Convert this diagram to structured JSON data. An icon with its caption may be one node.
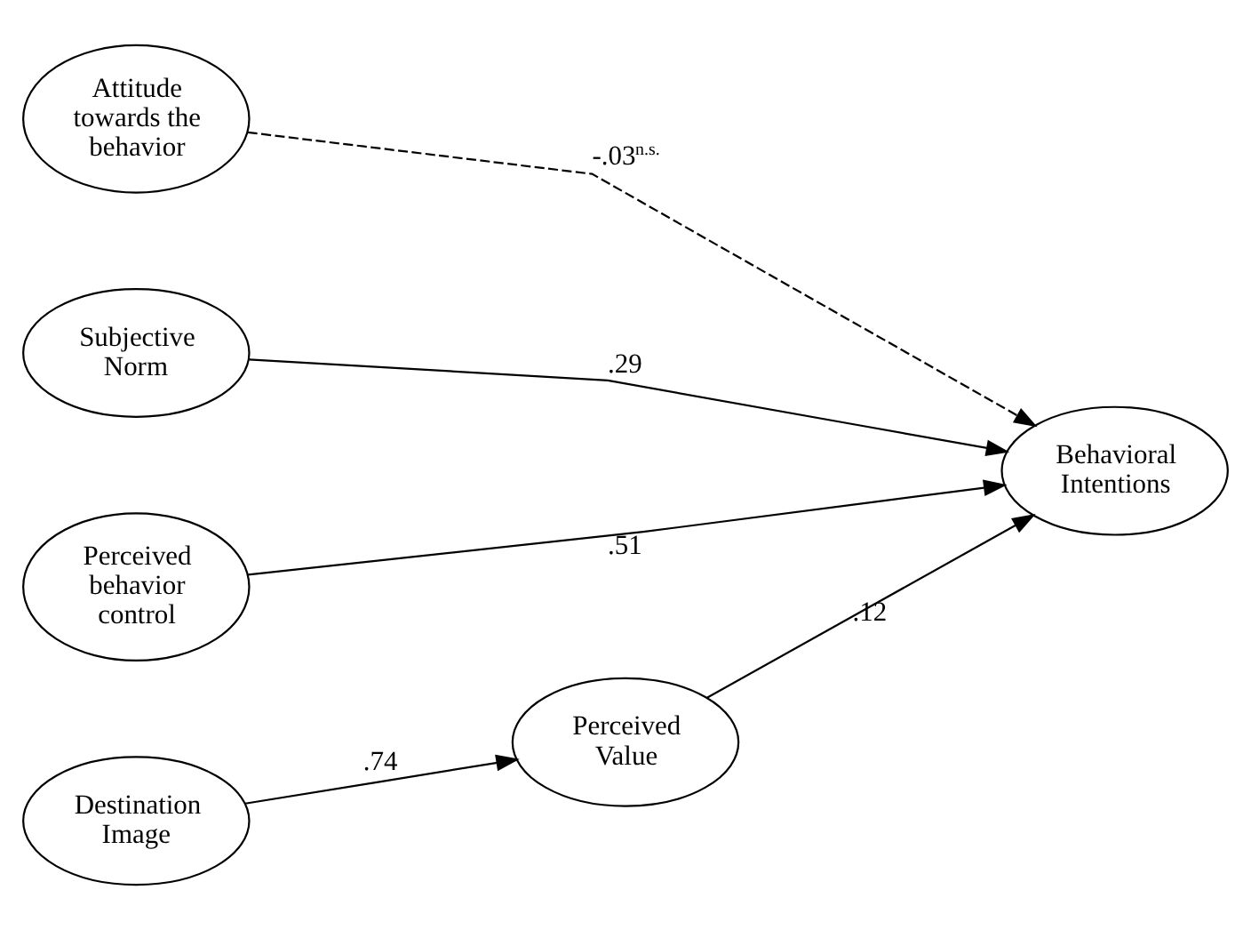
{
  "diagram": {
    "nodes": [
      {
        "text": [
          "Attitude towards the behavior"
        ]
      },
      {
        "text": [
          "Subjective Norm"
        ]
      },
      {
        "text": [
          "Perceived behavior control"
        ]
      },
      {
        "text": [
          "Destination Image"
        ]
      },
      {
        "text": [
          "Behavioral Intentions"
        ]
      },
      {
        "text": [
          "Perceived Value"
        ]
      }
    ],
    "edges": [
      {
        "from": 0,
        "to": 4,
        "arrow": "to",
        "label": "-.03$^{n.s.}$",
        "style": "dashed"
      },
      {
        "from": 1,
        "to": 4,
        "arrow": "to",
        "label": ".29"
      },
      {
        "from": 2,
        "to": 4,
        "arrow": "to",
        "label": ".51"
      },
      {
        "from": 5,
        "to": 4,
        "arrow": "to",
        "label": ".12"
      },
      {
        "from": 3,
        "to": 5,
        "arrow": "to",
        "label": ".74"
      }
    ]
  }
}
